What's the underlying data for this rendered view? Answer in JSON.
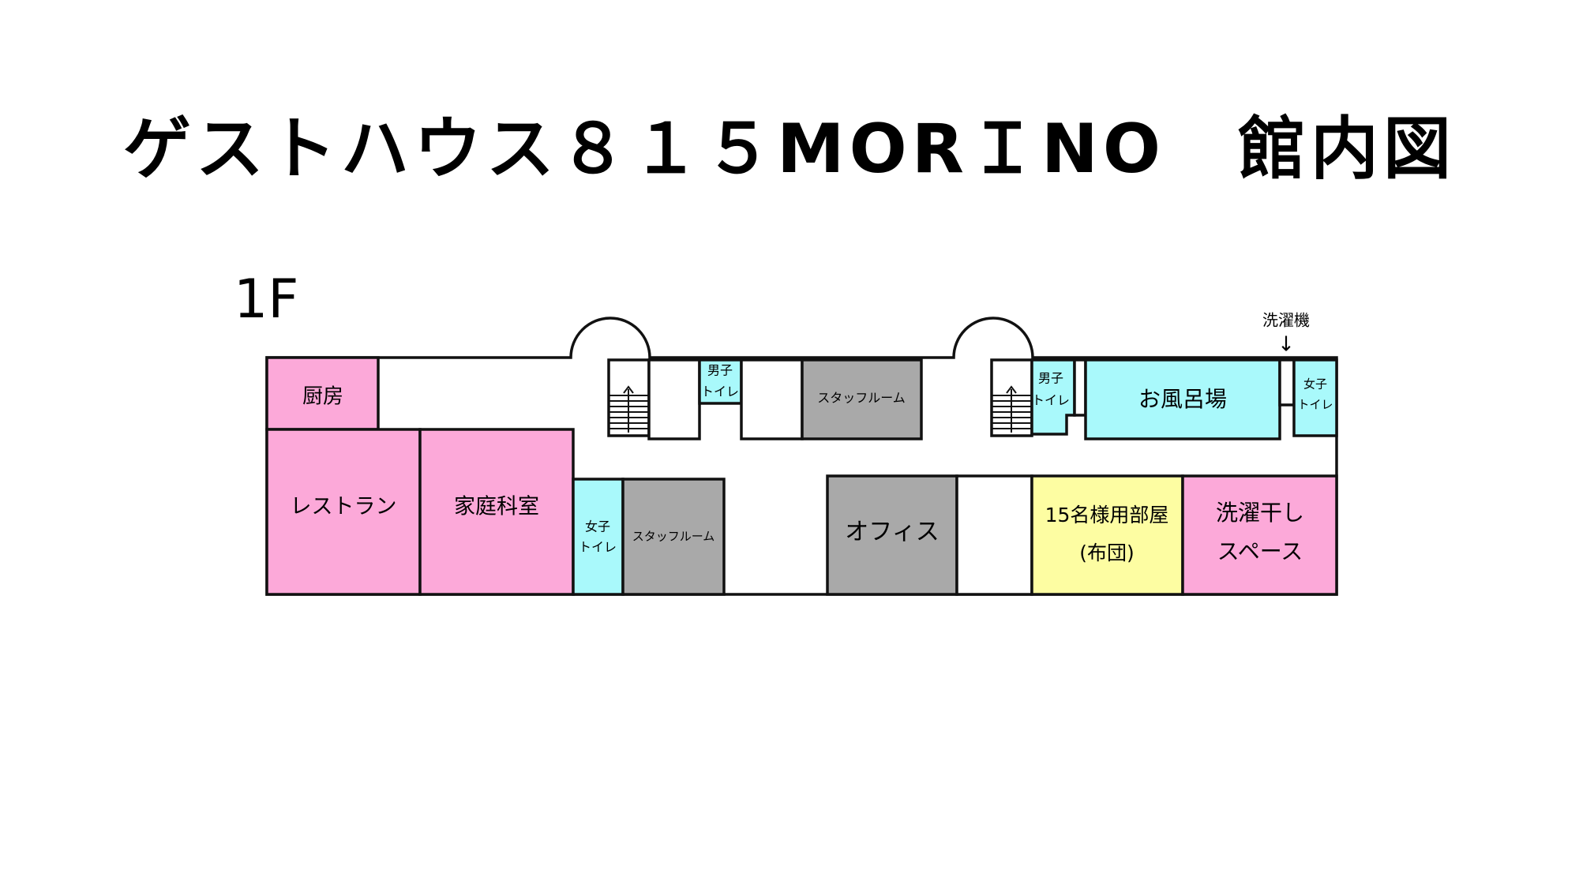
{
  "title": "ゲストハウス８１５MORＩNO　館内図",
  "floor": "1F",
  "colors": {
    "pink": "#fca9d9",
    "cyan": "#a9f9fb",
    "gray": "#a9a9a9",
    "yellow": "#fdfda2",
    "white": "#ffffff",
    "stroke": "#111111"
  },
  "rooms": {
    "kitchen": "厨房",
    "restaurant": "レストラン",
    "home_ec": "家庭科室",
    "women_toilet_1": [
      "女子",
      "トイレ"
    ],
    "staff_room_1": "スタッフルーム",
    "men_toilet_1": [
      "男子",
      "トイレ"
    ],
    "staff_room_2": "スタッフルーム",
    "office": "オフィス",
    "men_toilet_2": [
      "男子",
      "トイレ"
    ],
    "bath": "お風呂場",
    "women_toilet_2": [
      "女子",
      "トイレ"
    ],
    "dorm": [
      "15名様用部屋",
      "(布団)"
    ],
    "drying": [
      "洗濯干し",
      "スペース"
    ]
  },
  "washer": {
    "label": "洗濯機",
    "arrow": "↓"
  }
}
